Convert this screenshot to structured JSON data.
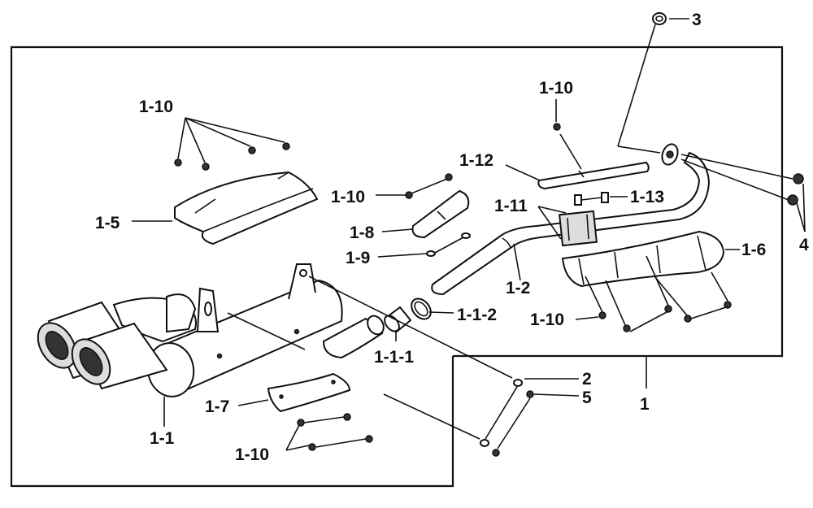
{
  "diagram": {
    "labels": {
      "l1": "1",
      "l2": "2",
      "l3": "3",
      "l4": "4",
      "l5": "5",
      "l1_1": "1-1",
      "l1_1_1": "1-1-1",
      "l1_1_2": "1-1-2",
      "l1_2": "1-2",
      "l1_5": "1-5",
      "l1_6": "1-6",
      "l1_7": "1-7",
      "l1_8": "1-8",
      "l1_9": "1-9",
      "l1_10_a": "1-10",
      "l1_10_b": "1-10",
      "l1_10_c": "1-10",
      "l1_10_d": "1-10",
      "l1_10_e": "1-10",
      "l1_11": "1-11",
      "l1_12": "1-12",
      "l1_13": "1-13"
    },
    "colors": {
      "ink": "#111111",
      "background": "#ffffff",
      "metal_fill": "#dddddd"
    }
  }
}
